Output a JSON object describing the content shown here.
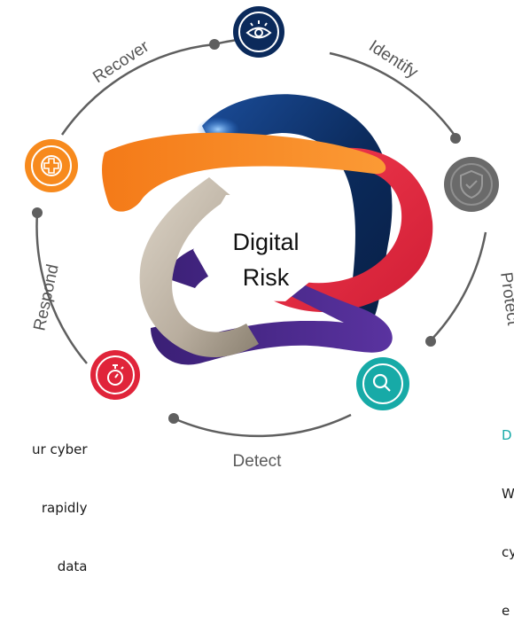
{
  "center": {
    "line1": "Digital",
    "line2": "Risk"
  },
  "stages": [
    {
      "key": "identify",
      "label": "Identify",
      "icon": "eye-icon",
      "color": "#0b2a5b"
    },
    {
      "key": "protect",
      "label": "Protect",
      "icon": "shield-check-icon",
      "color": "#666666"
    },
    {
      "key": "detect",
      "label": "Detect",
      "icon": "magnifier-icon",
      "color": "#17aaa7"
    },
    {
      "key": "respond",
      "label": "Respond",
      "icon": "stopwatch-icon",
      "color": "#e0243a"
    },
    {
      "key": "recover",
      "label": "Recover",
      "icon": "first-aid-cross-icon",
      "color": "#f78a1d"
    }
  ],
  "side_text": {
    "left_lines": [
      "ur cyber",
      "rapidly",
      "data"
    ],
    "right_heading": "D",
    "right_lines": [
      "W",
      "cy",
      "e"
    ]
  },
  "colors": {
    "ring": "#5f5f5f",
    "band_navy": "#0b2a5b",
    "band_red": "#e8273f",
    "band_purple": "#4a2a85",
    "band_beige": "#c2b9ab",
    "band_orange": "#f7821e",
    "text_gray": "#555555"
  }
}
